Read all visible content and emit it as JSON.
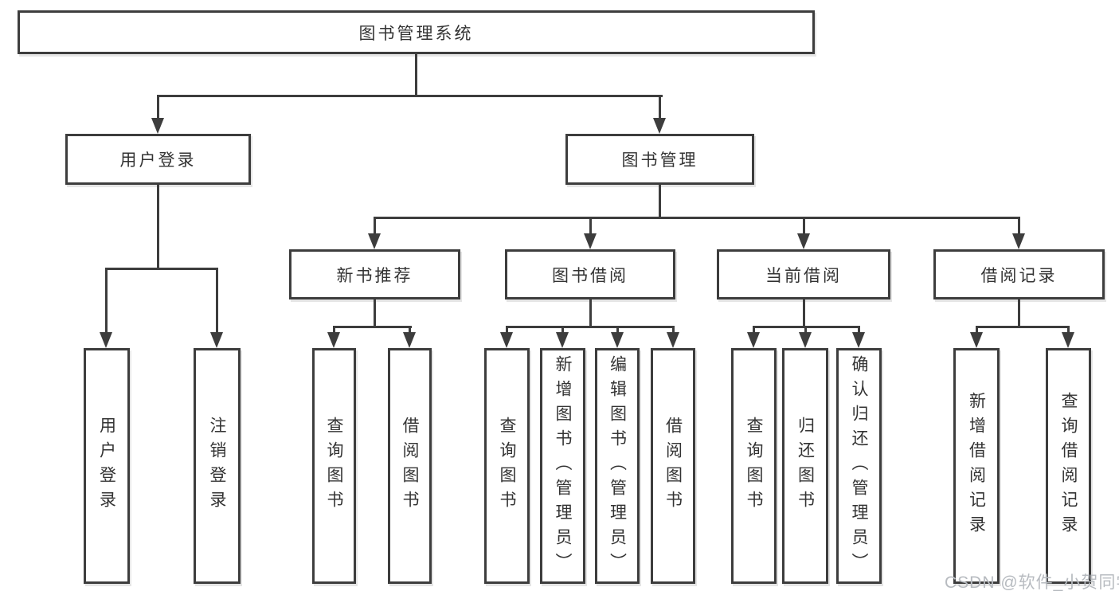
{
  "diagram": {
    "root": {
      "label": "图书管理系统"
    },
    "level2": [
      {
        "label": "用户登录"
      },
      {
        "label": "图书管理"
      }
    ],
    "level3": [
      {
        "label": "新书推荐"
      },
      {
        "label": "图书借阅"
      },
      {
        "label": "当前借阅"
      },
      {
        "label": "借阅记录"
      }
    ],
    "leaves": [
      {
        "label": "用户登录",
        "parent": "用户登录"
      },
      {
        "label": "注销登录",
        "parent": "用户登录"
      },
      {
        "label": "查询图书",
        "parent": "新书推荐"
      },
      {
        "label": "借阅图书",
        "parent": "新书推荐"
      },
      {
        "label": "查询图书",
        "parent": "图书借阅"
      },
      {
        "label": "新增图书（管理员）",
        "parent": "图书借阅"
      },
      {
        "label": "编辑图书（管理员）",
        "parent": "图书借阅"
      },
      {
        "label": "借阅图书",
        "parent": "图书借阅"
      },
      {
        "label": "查询图书",
        "parent": "当前借阅"
      },
      {
        "label": "归还图书",
        "parent": "当前借阅"
      },
      {
        "label": "确认归还（管理员）",
        "parent": "当前借阅"
      },
      {
        "label": "新增借阅记录",
        "parent": "借阅记录"
      },
      {
        "label": "查询借阅记录",
        "parent": "借阅记录"
      }
    ],
    "watermark": "CSDN @软件_小贺同学",
    "colors": {
      "line": "#3d3d3d",
      "text": "#333333",
      "watermark": "#b7bbc0",
      "background": "#ffffff"
    }
  }
}
